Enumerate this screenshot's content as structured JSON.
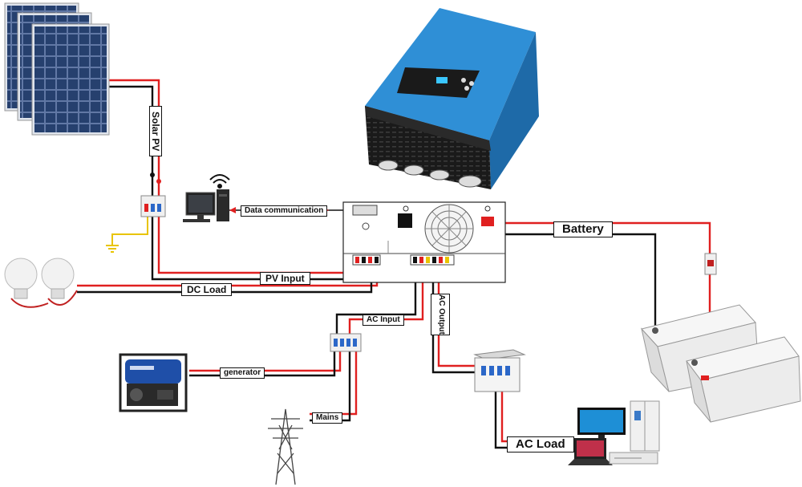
{
  "labels": {
    "solar_pv": "Solar PV",
    "data_communication": "Data communication",
    "battery": "Battery",
    "pv_input": "PV Input",
    "dc_load": "DC Load",
    "ac_input": "AC Input",
    "ac_output": "AC Output",
    "generator": "generator",
    "mains": "Mains",
    "ac_load": "AC Load"
  },
  "colors": {
    "positive_wire": "#e02020",
    "negative_wire": "#111111",
    "ground_wire": "#e8c400",
    "inverter_body": "#2f8fd6",
    "inverter_base": "#1a1a1a",
    "generator_body": "#1f4fa8",
    "battery_body": "#e9e9e9"
  }
}
